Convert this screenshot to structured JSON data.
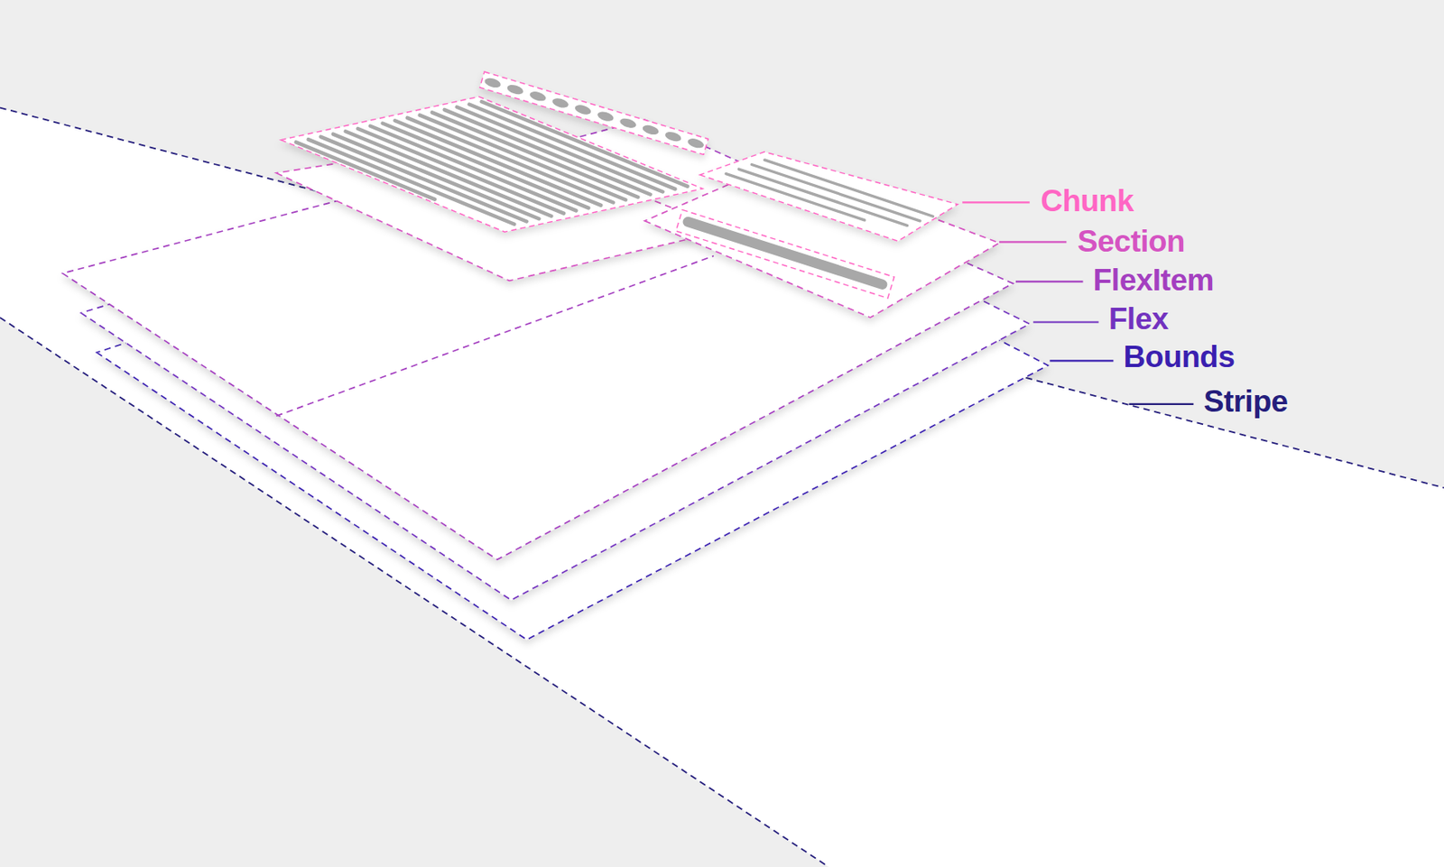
{
  "diagram": {
    "labels": [
      "Chunk",
      "Section",
      "FlexItem",
      "Flex",
      "Bounds",
      "Stripe"
    ]
  }
}
